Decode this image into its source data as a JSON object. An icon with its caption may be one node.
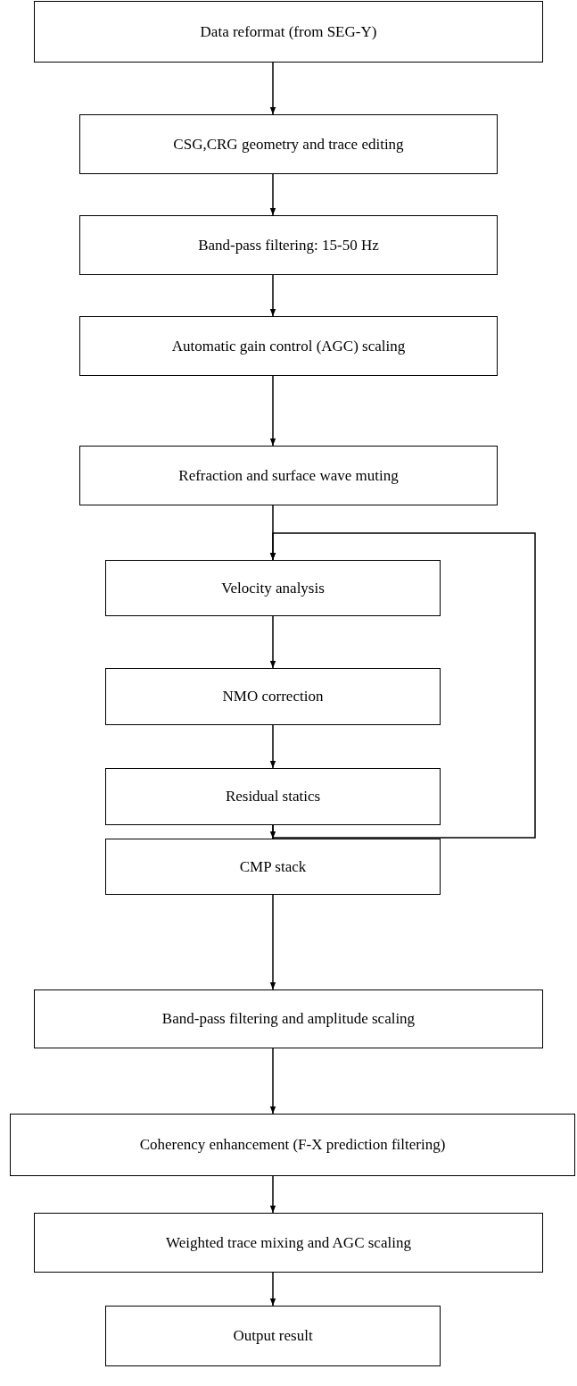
{
  "diagram": {
    "nodes": [
      {
        "text": [
          "Data reformat (from SEG-Y)"
        ]
      },
      {
        "text": [
          "CSG,CRG geometry and trace editing"
        ]
      },
      {
        "text": [
          "Band-pass filtering: 15-50 Hz"
        ]
      },
      {
        "text": [
          "Automatic gain control (AGC) scaling"
        ]
      },
      {
        "text": [
          "Refraction and surface wave muting"
        ]
      },
      {
        "text": [
          "Velocity analysis"
        ]
      },
      {
        "text": [
          "NMO correction"
        ]
      },
      {
        "text": [
          "Residual statics"
        ]
      },
      {
        "text": [
          "CMP stack"
        ]
      },
      {
        "text": [
          "Band-pass filtering and amplitude scaling"
        ]
      },
      {
        "text": [
          "Coherency enhancement (F-X prediction filtering)"
        ]
      },
      {
        "text": [
          "Weighted trace mixing and AGC scaling"
        ]
      },
      {
        "text": [
          "Output result"
        ]
      }
    ],
    "edges": [
      {
        "from": 0,
        "to": 1,
        "arrow": "to"
      },
      {
        "from": 1,
        "to": 2,
        "arrow": "to"
      },
      {
        "from": 2,
        "to": 3,
        "arrow": "to"
      },
      {
        "from": 3,
        "to": 4,
        "arrow": "to"
      },
      {
        "from": 4,
        "to": 5,
        "arrow": "to"
      },
      {
        "from": 5,
        "to": 6,
        "arrow": "to"
      },
      {
        "from": 6,
        "to": 7,
        "arrow": "to"
      },
      {
        "from": 7,
        "to": 8,
        "arrow": "to"
      },
      {
        "from": 8,
        "to": 9,
        "arrow": "to"
      },
      {
        "from": 9,
        "to": 10,
        "arrow": "to"
      },
      {
        "from": 10,
        "to": 11,
        "arrow": "to"
      },
      {
        "from": 11,
        "to": 12,
        "arrow": "to"
      },
      {
        "from": 7,
        "to": 5,
        "arrow": "to"
      }
    ]
  }
}
